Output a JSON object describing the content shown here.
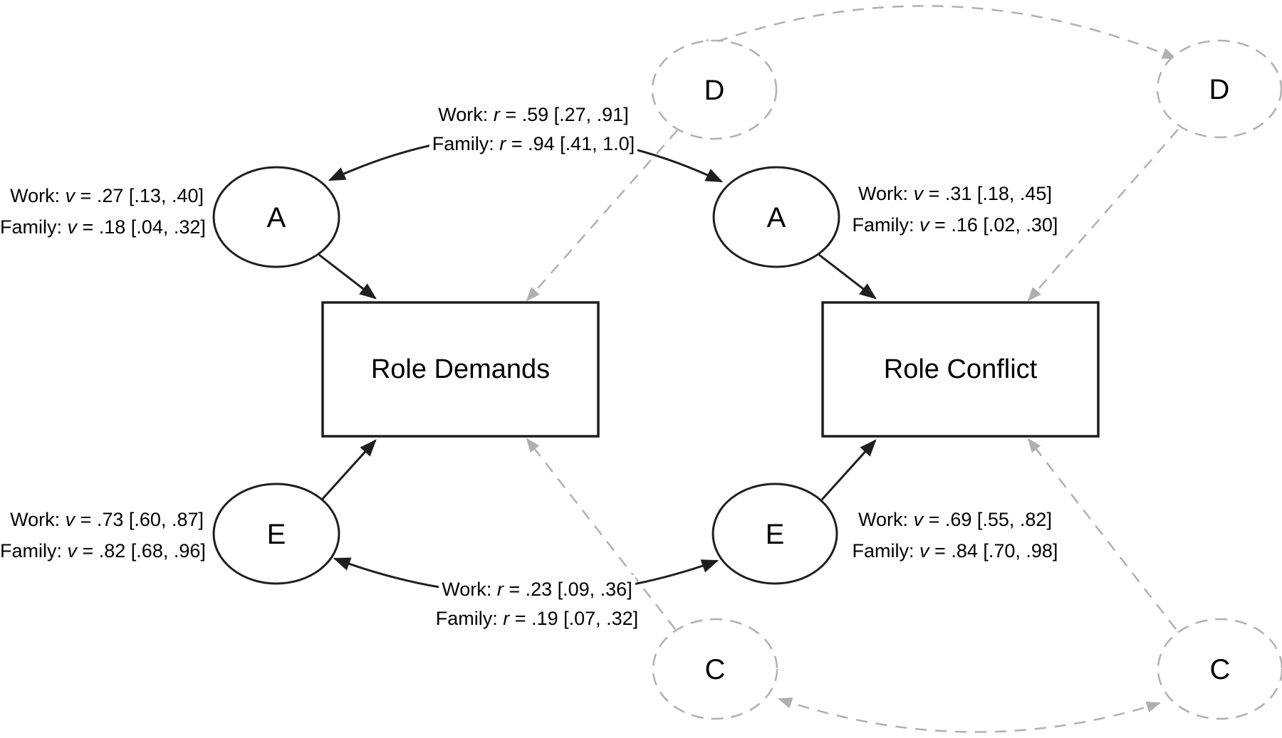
{
  "figure": {
    "type": "path-diagram",
    "description": "Twin-model (ADE/ACE) biometric path diagram for work and family role demands and role conflict"
  },
  "colors": {
    "solid_line": "#1f1f1f",
    "dashed_line": "#b0b0b0",
    "text": "#000000",
    "background": "#ffffff"
  },
  "boxes": {
    "demands": "Role Demands",
    "conflict": "Role Conflict"
  },
  "nodes": {
    "a_left": "A",
    "a_right": "A",
    "e_left": "E",
    "e_right": "E",
    "d_left": "D",
    "d_right": "D",
    "c_left": "C",
    "c_right": "C"
  },
  "stats": {
    "a_left": {
      "line1": {
        "pre": "Work: ",
        "var": "v",
        "post": " = .27 [.13, .40]"
      },
      "line2": {
        "pre": "Family: ",
        "var": "v",
        "post": " = .18 [.04, .32]"
      }
    },
    "a_right": {
      "line1": {
        "pre": "Work: ",
        "var": "v",
        "post": " = .31 [.18, .45]"
      },
      "line2": {
        "pre": "Family: ",
        "var": "v",
        "post": " = .16 [.02, .30]"
      }
    },
    "e_left": {
      "line1": {
        "pre": "Work: ",
        "var": "v",
        "post": " = .73 [.60, .87]"
      },
      "line2": {
        "pre": "Family: ",
        "var": "v",
        "post": " = .82 [.68, .96]"
      }
    },
    "e_right": {
      "line1": {
        "pre": "Work: ",
        "var": "v",
        "post": " = .69 [.55, .82]"
      },
      "line2": {
        "pre": "Family: ",
        "var": "v",
        "post": " = .84 [.70, .98]"
      }
    },
    "corr_a": {
      "line1": {
        "pre": "Work: ",
        "var": "r",
        "post": " = .59 [.27, .91]"
      },
      "line2": {
        "pre": "Family: ",
        "var": "r",
        "post": " = .94 [.41, 1.0]"
      }
    },
    "corr_e": {
      "line1": {
        "pre": "Work: ",
        "var": "r",
        "post": " = .23 [.09, .36]"
      },
      "line2": {
        "pre": "Family: ",
        "var": "r",
        "post": " = .19 [.07, .32]"
      }
    }
  }
}
